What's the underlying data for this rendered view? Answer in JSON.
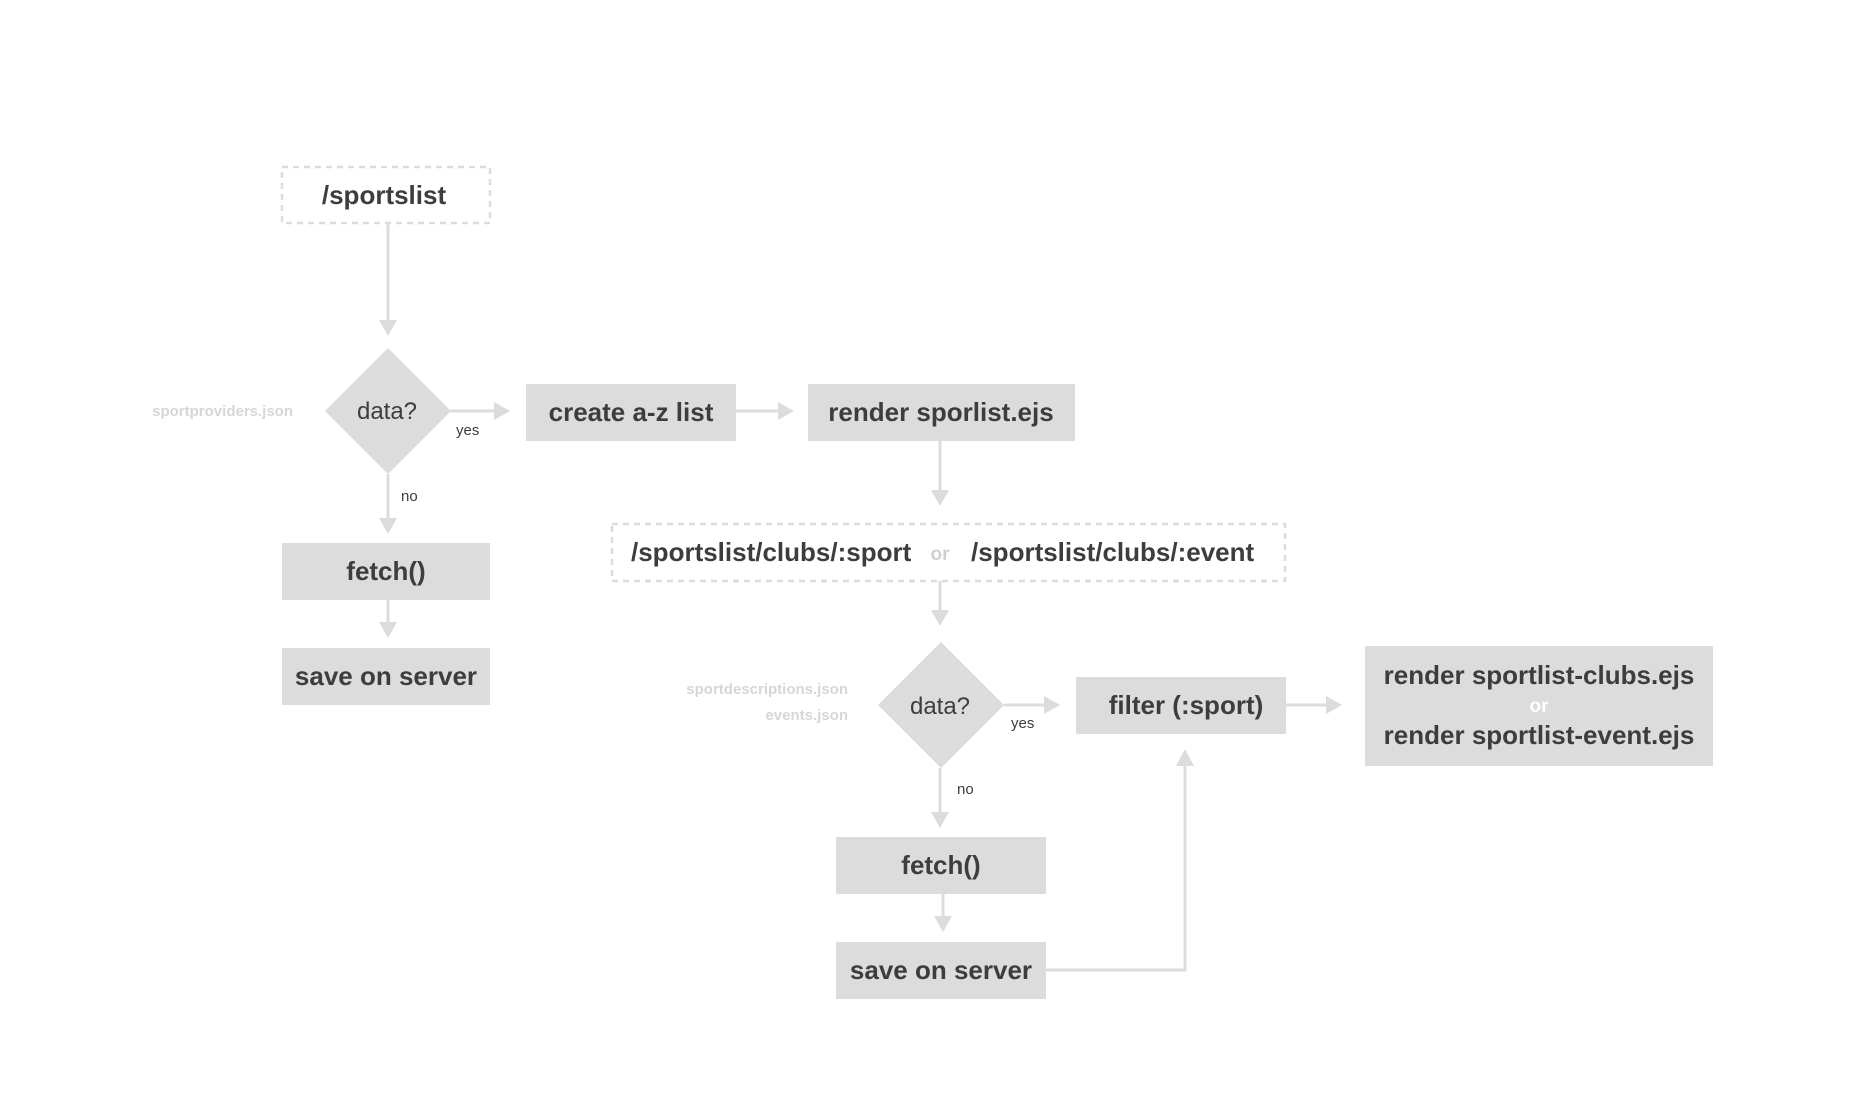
{
  "nodes": {
    "sportslist_route": "/sportslist",
    "data_decision_1": "data?",
    "sportproviders_source": "sportproviders.json",
    "create_az": "create a-z list",
    "render_sporlist": "render sporlist.ejs",
    "fetch_1": "fetch()",
    "save_1": "save on server",
    "clubs_sport_route": "/sportslist/clubs/:sport",
    "route_or": "or",
    "clubs_event_route": "/sportslist/clubs/:event",
    "sportdescriptions_source": "sportdescriptions.json",
    "events_source": "events.json",
    "data_decision_2": "data?",
    "filter_sport": "filter (:sport)",
    "render_clubs": "render sportlist-clubs.ejs",
    "render_or": "or",
    "render_event": "render sportlist-event.ejs",
    "fetch_2": "fetch()",
    "save_2": "save on server"
  },
  "edge_labels": {
    "yes_1": "yes",
    "no_1": "no",
    "yes_2": "yes",
    "no_2": "no"
  },
  "colors": {
    "box_fill": "#dcdcdc",
    "text": "#3d3d3d",
    "muted_text": "#d6d6d6",
    "background": "#ffffff"
  }
}
